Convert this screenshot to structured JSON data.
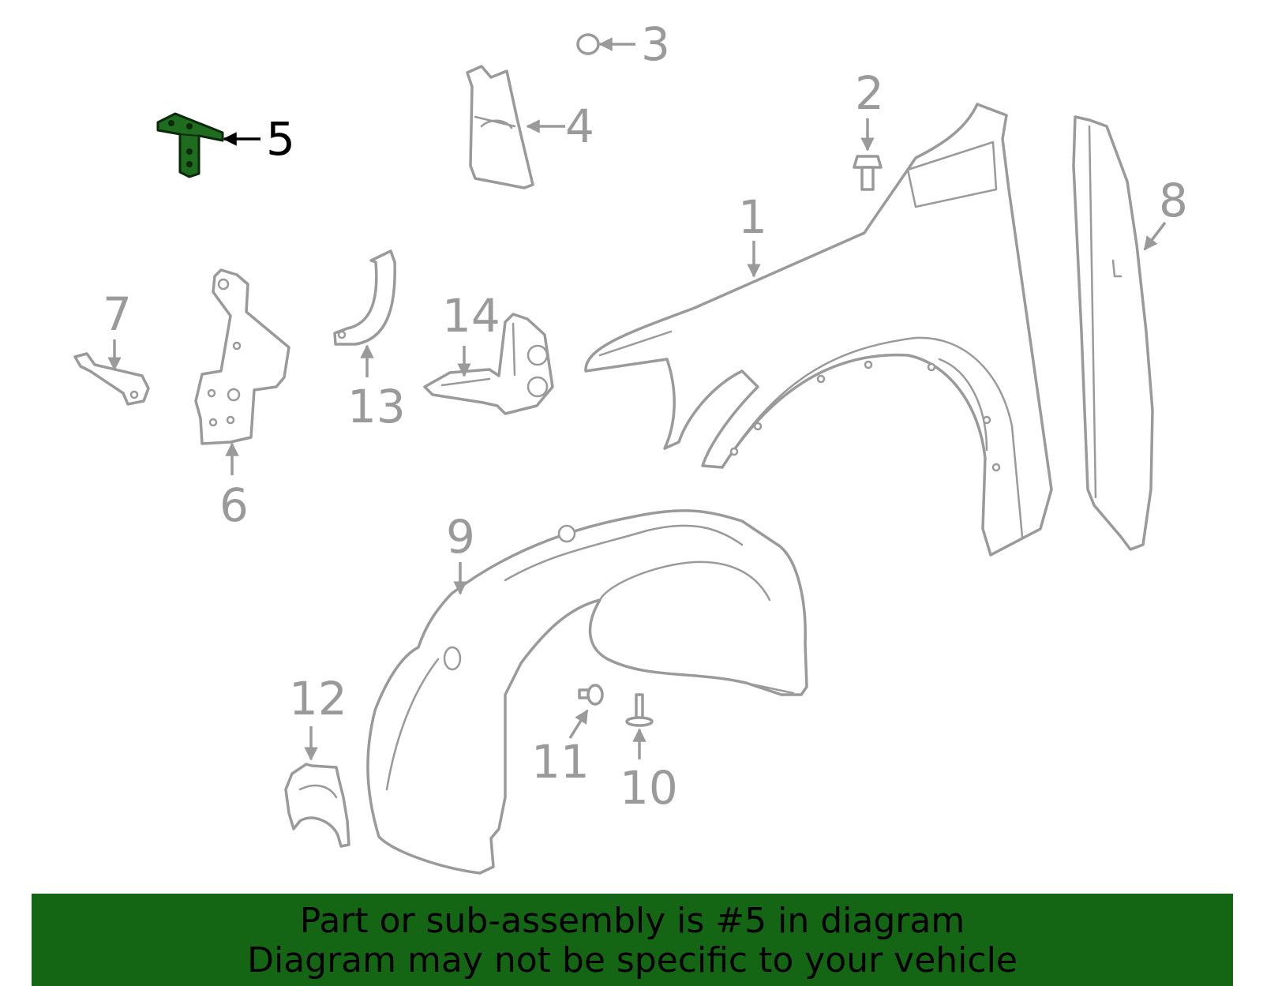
{
  "callouts": {
    "c1": "1",
    "c2": "2",
    "c3": "3",
    "c4": "4",
    "c5": "5",
    "c6": "6",
    "c7": "7",
    "c8": "8",
    "c9": "9",
    "c10": "10",
    "c11": "11",
    "c12": "12",
    "c13": "13",
    "c14": "14"
  },
  "highlighted_part": "5",
  "colors": {
    "highlight": "#1f6b1f",
    "banner": "#146614",
    "line": "#9a9a9a"
  },
  "banner": {
    "line1": "Part or sub-assembly is #5 in diagram",
    "line2": "Diagram may not be specific to your vehicle"
  }
}
